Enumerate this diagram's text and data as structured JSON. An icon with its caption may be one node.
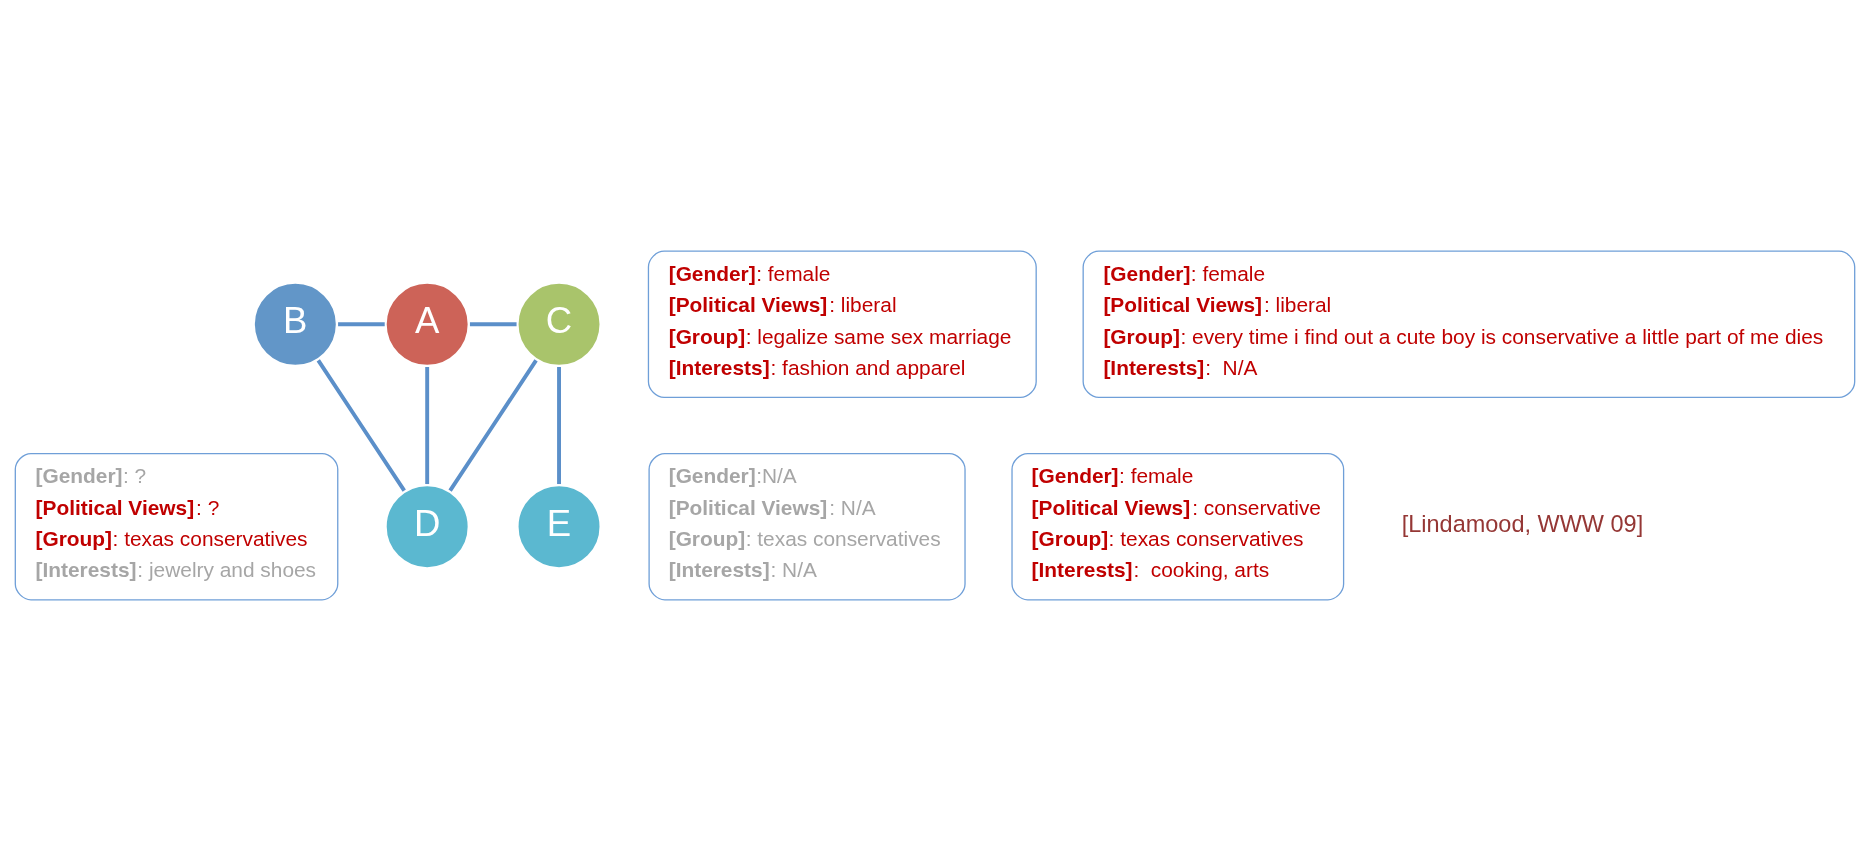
{
  "diagram": {
    "nodes": [
      {
        "text": [
          "[Gender]: ?",
          "[Political Views]: ?",
          "[Group]: texas conservatives",
          "[Interests]: jewelry and shoes"
        ]
      },
      {
        "text": [
          "E"
        ]
      },
      {
        "text": [
          "[Gender]:N/A",
          "[Political Views]: N/A",
          "[Group]: texas conservatives",
          "[Interests]: N/A"
        ]
      },
      {
        "text": [
          "B"
        ]
      },
      {
        "text": [
          "A"
        ]
      },
      {
        "text": [
          "C"
        ]
      },
      {
        "text": [
          "[Gender]: female",
          "[Political Views]: liberal",
          "[Group]: legalize same sex marriage",
          "[Interests]: fashion and apparel"
        ]
      },
      {
        "text": [
          "[Gender]: female",
          "[Political Views]: liberal",
          "[Group]: every time i find out a cute boy is conservative a little part of me dies",
          "[Interests]:  N/A"
        ]
      },
      {
        "text": [
          "D"
        ]
      },
      {
        "text": [
          "[Gender]: female",
          "[Political Views]: conservative",
          "[Group]: texas conservatives",
          "[Interests]:  cooking, arts"
        ]
      }
    ],
    "edges": [
      {
        "from": 3,
        "to": 4,
        "arrow": "none"
      },
      {
        "from": 4,
        "to": 5,
        "arrow": "none"
      },
      {
        "from": 4,
        "to": 8,
        "arrow": "none"
      },
      {
        "from": 3,
        "to": 8,
        "arrow": "none"
      },
      {
        "from": 8,
        "to": 5,
        "arrow": "none"
      },
      {
        "from": 5,
        "to": 1,
        "arrow": "none"
      }
    ],
    "labels": [
      "[Lindamood, WWW 09]"
    ]
  }
}
